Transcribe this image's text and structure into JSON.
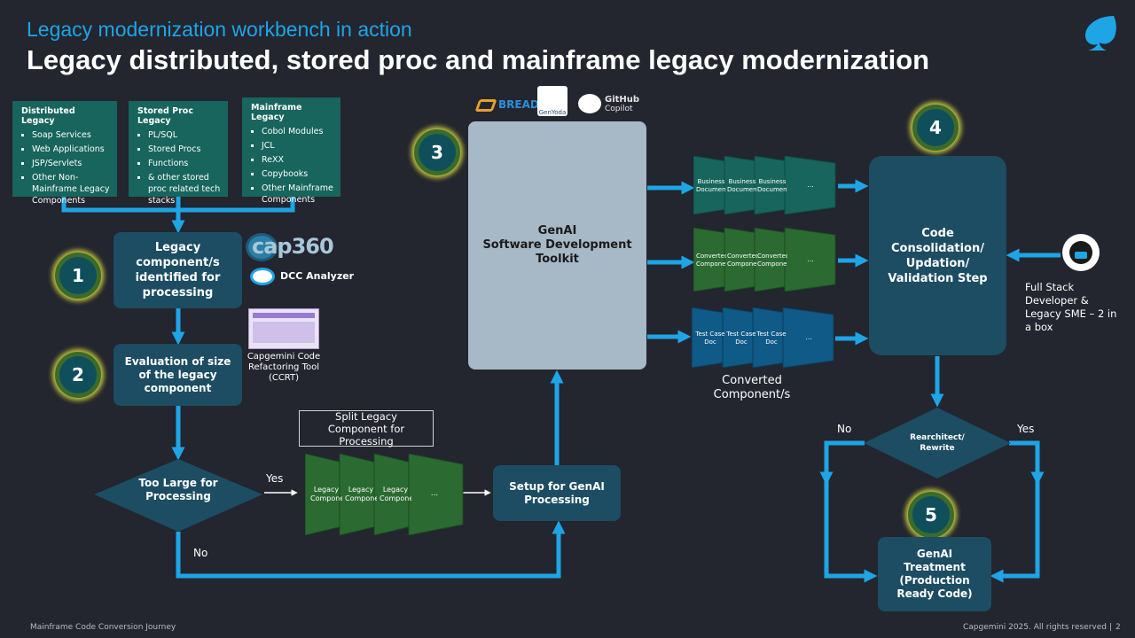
{
  "header": {
    "subtitle": "Legacy modernization workbench in action",
    "title": "Legacy distributed, stored proc and mainframe legacy modernization"
  },
  "legacy_sources": [
    {
      "heading": "Distributed Legacy",
      "items": [
        "Soap Services",
        "Web Applications",
        "JSP/Servlets",
        "Other Non-Mainframe Legacy Components"
      ]
    },
    {
      "heading": "Stored Proc Legacy",
      "items": [
        "PL/SQL",
        "Stored Procs",
        "Functions",
        "& other stored proc related tech stacks"
      ]
    },
    {
      "heading": "Mainframe Legacy",
      "items": [
        "Cobol Modules",
        "JCL",
        "ReXX",
        "Copybooks",
        "Other Mainframe Components"
      ]
    }
  ],
  "steps": {
    "identify": "Legacy component/s identified for processing",
    "evaluate": "Evaluation of size of the legacy component",
    "too_large": "Too Large for Processing",
    "setup": "Setup for GenAI Processing",
    "consolidation": "Code Consolidation/ Updation/ Validation Step",
    "rearchitect": "Rearchitect/ Rewrite",
    "treatment": "GenAI Treatment (Production Ready Code)"
  },
  "badges": [
    "1",
    "2",
    "3",
    "4",
    "5"
  ],
  "tools": {
    "cap360": "cap360",
    "dcc": "DCC Analyzer",
    "ccrt": "Capgemini Code Refactoring Tool (CCRT)",
    "bread": "BREAD",
    "genyoda": "GenYoda",
    "github": "GitHub",
    "copilot": "Copilot"
  },
  "genai_toolkit": {
    "line1": "GenAI",
    "line2": "Software Development",
    "line3": "Toolkit"
  },
  "split_label": "Split Legacy Component for Processing",
  "split_cards": [
    "Legacy Component",
    "Legacy Component",
    "Legacy Component",
    "..."
  ],
  "business_docs": [
    "Business Document",
    "Business Document",
    "Business Document",
    "..."
  ],
  "converted_components": [
    "Converted Component",
    "Converted Component",
    "Converted Component",
    "..."
  ],
  "test_docs": [
    "Test Case Doc",
    "Test Case Doc",
    "Test Case Doc",
    "..."
  ],
  "converted_label": "Converted Component/s",
  "sme_label": "Full Stack Developer & Legacy SME – 2 in a box",
  "edge_labels": {
    "yes": "Yes",
    "no": "No"
  },
  "footer": {
    "left": "Mainframe Code Conversion Journey",
    "right": "Capgemini 2025. All rights reserved  |",
    "page": "2"
  },
  "colors": {
    "arrow": "#1ea5e6",
    "teal_doc": "#17655c",
    "green_doc": "#2b6b31",
    "blue_doc": "#0f5a86",
    "step": "#1c4d63"
  }
}
